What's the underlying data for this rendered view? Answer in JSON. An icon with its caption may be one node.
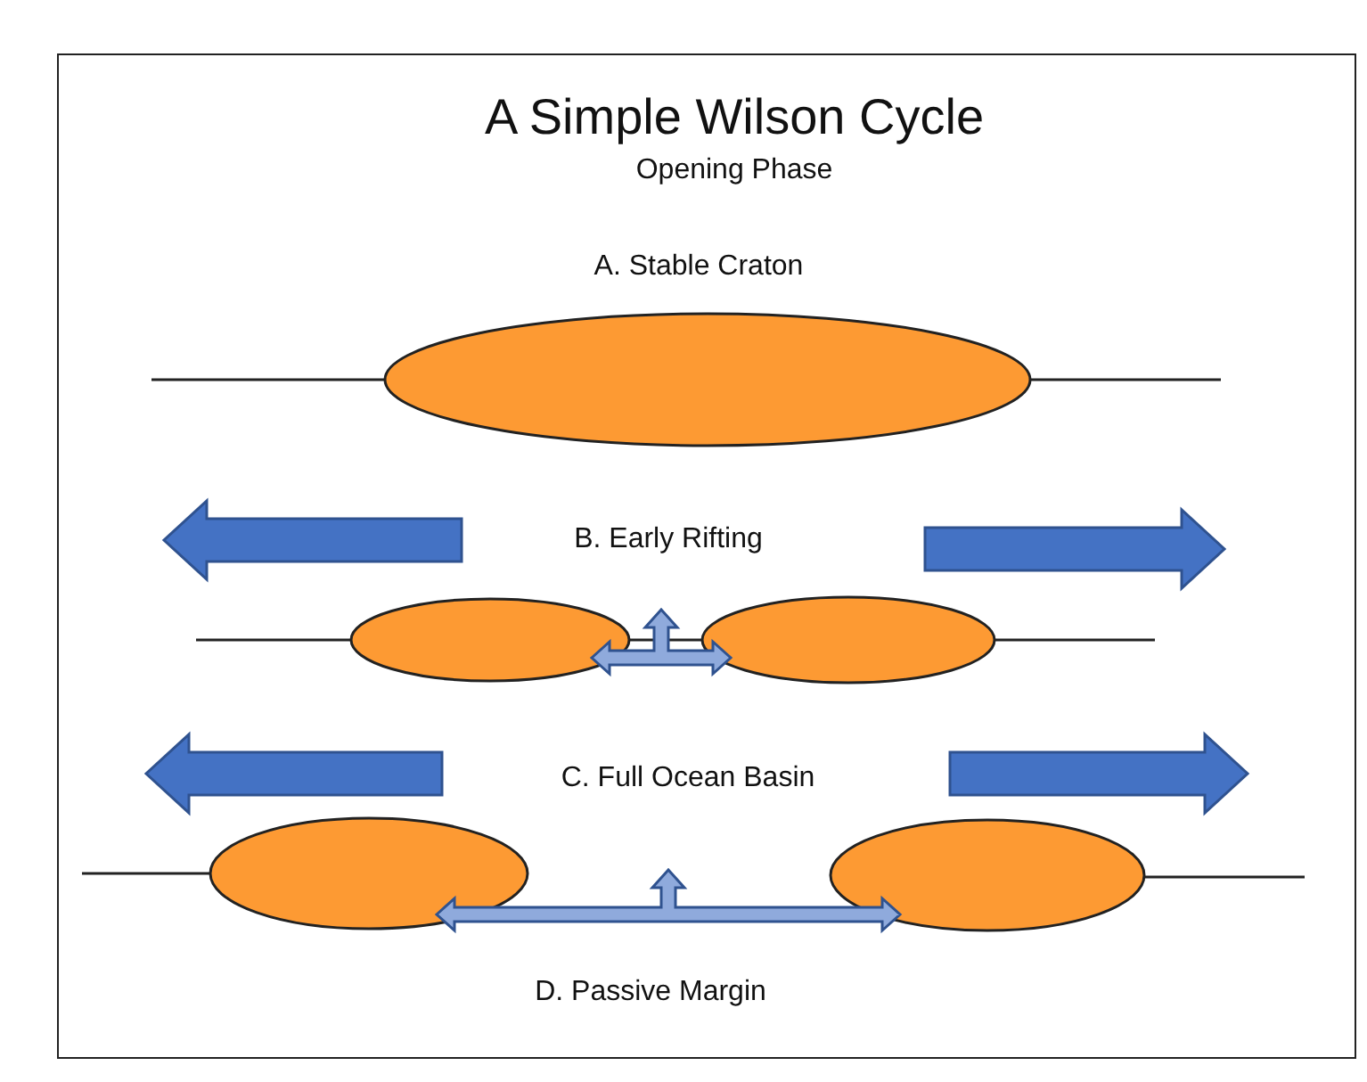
{
  "diagram": {
    "title": "A Simple Wilson Cycle",
    "labels": [
      "Opening Phase",
      "A. Stable Craton",
      "B. Early Rifting",
      "C. Full Ocean Basin",
      "D. Passive Margin"
    ]
  }
}
